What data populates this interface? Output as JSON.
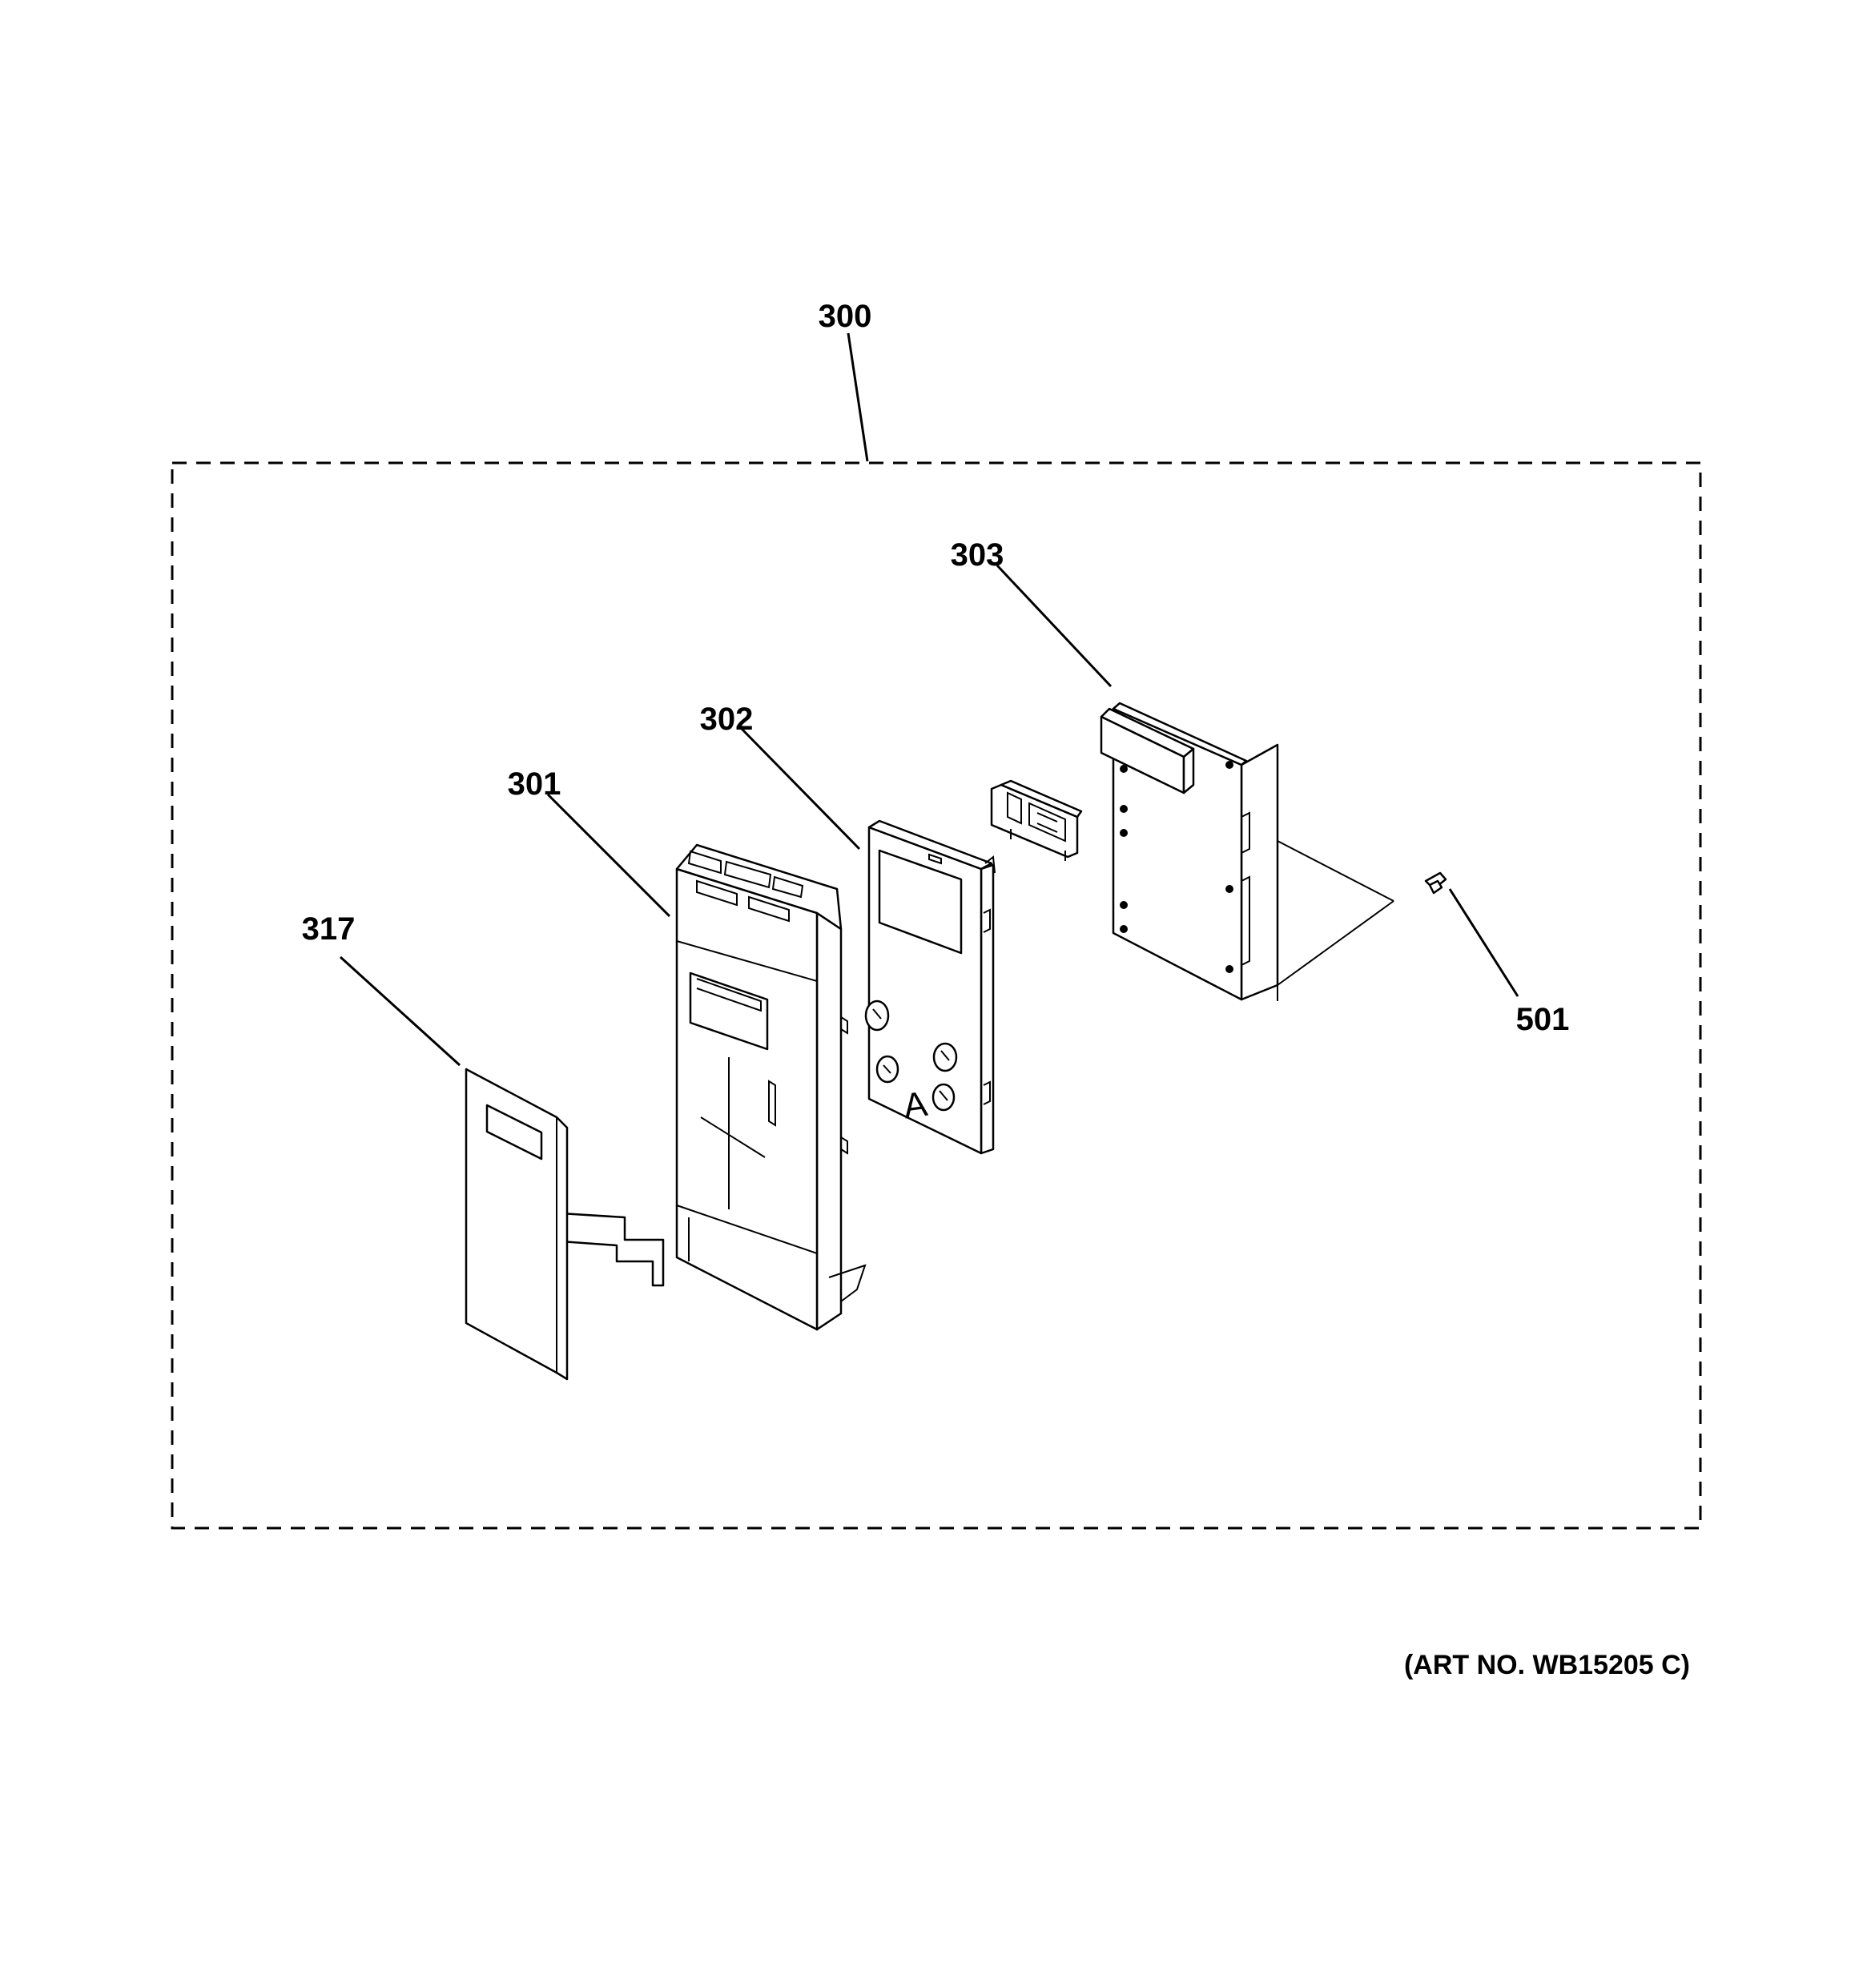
{
  "callouts": {
    "assembly": "300",
    "control_panel": "301",
    "panel_frame": "302",
    "control_board": "303",
    "membrane_switch": "317",
    "screw": "501"
  },
  "art_number": "(ART NO. WB15205 C)",
  "part_mark": "A"
}
